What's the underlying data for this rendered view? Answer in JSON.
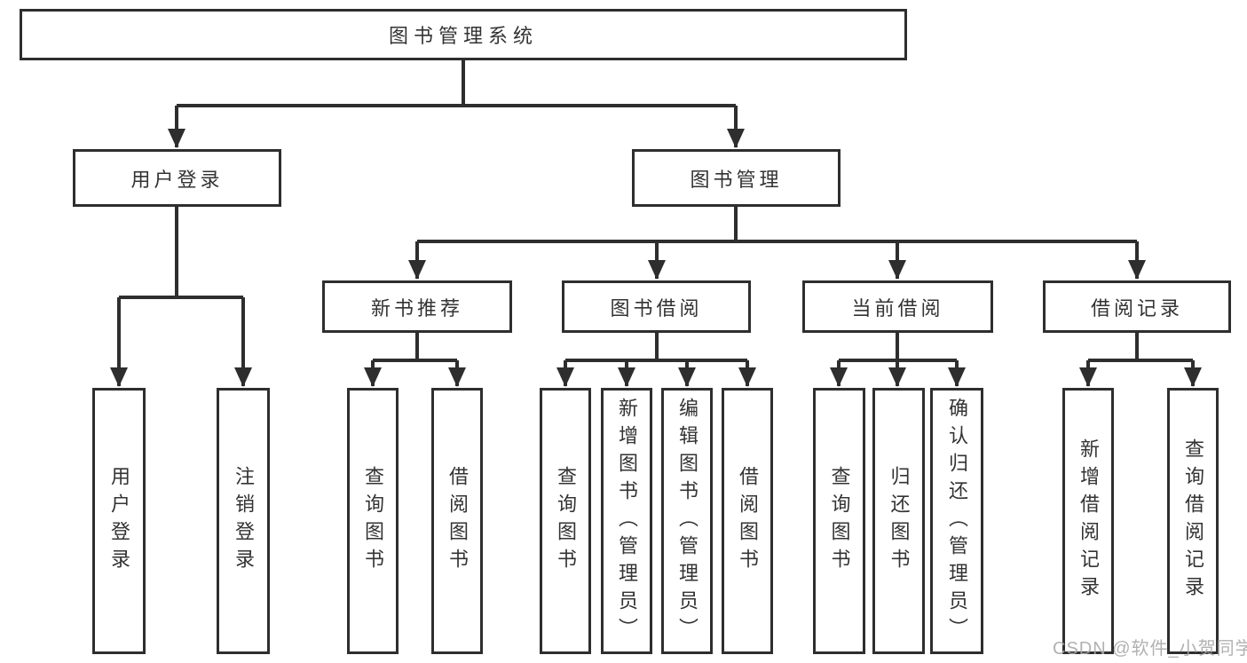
{
  "diagram": {
    "type": "hierarchy-function-tree",
    "colors": {
      "line": "#2e2e2e",
      "border": "#2e2e2e",
      "text": "#333333",
      "background": "#ffffff",
      "watermark": "#a9a9a9"
    },
    "tree": {
      "root": {
        "label": "图书管理系统",
        "children": [
          {
            "label": "用户登录",
            "children": [
              {
                "label": "用户登录"
              },
              {
                "label": "注销登录"
              }
            ]
          },
          {
            "label": "图书管理",
            "children": [
              {
                "label": "新书推荐",
                "children": [
                  {
                    "label": "查询图书"
                  },
                  {
                    "label": "借阅图书"
                  }
                ]
              },
              {
                "label": "图书借阅",
                "children": [
                  {
                    "label": "查询图书"
                  },
                  {
                    "label": "新增图书（管理员）"
                  },
                  {
                    "label": "编辑图书（管理员）"
                  },
                  {
                    "label": "借阅图书"
                  }
                ]
              },
              {
                "label": "当前借阅",
                "children": [
                  {
                    "label": "查询图书"
                  },
                  {
                    "label": "归还图书"
                  },
                  {
                    "label": "确认归还（管理员）"
                  }
                ]
              },
              {
                "label": "借阅记录",
                "children": [
                  {
                    "label": "新增借阅记录"
                  },
                  {
                    "label": "查询借阅记录"
                  }
                ]
              }
            ]
          }
        ]
      }
    }
  },
  "watermark": {
    "text": "CSDN @软件_小贺同学"
  }
}
